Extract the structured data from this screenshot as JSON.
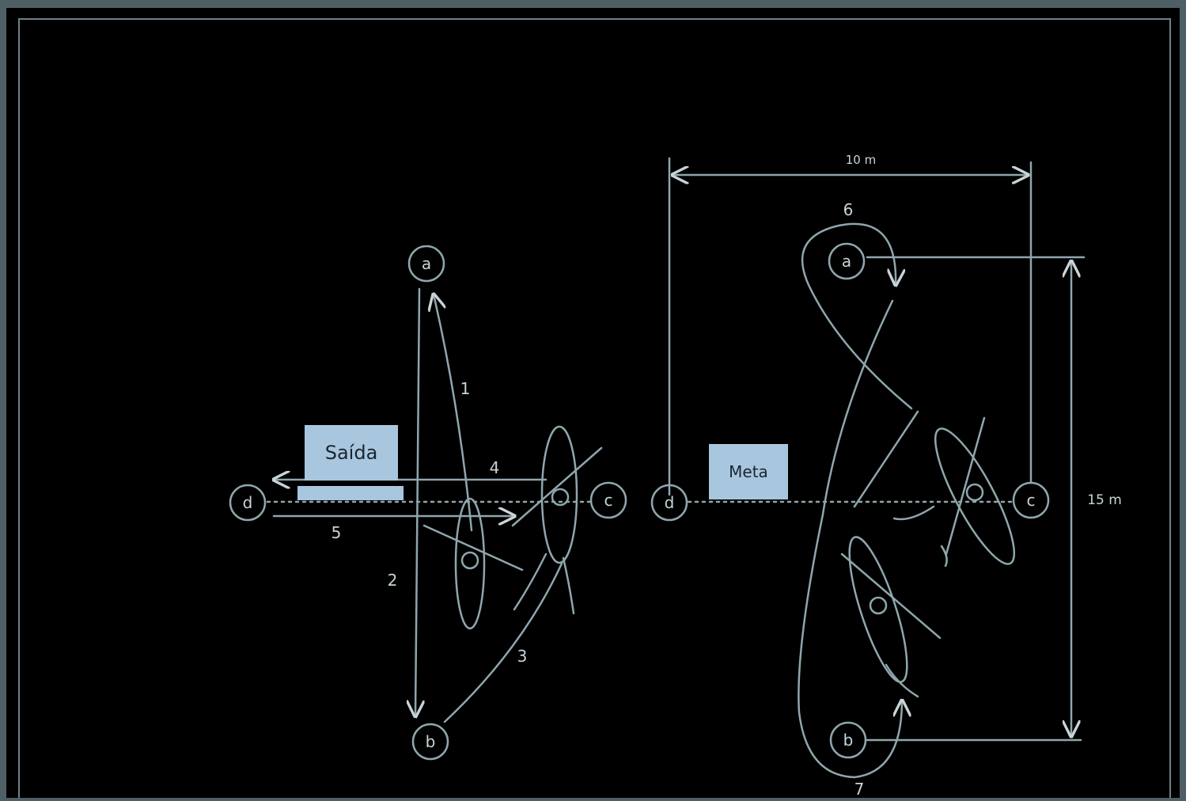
{
  "labels": {
    "saida": "Saída",
    "meta": "Meta"
  },
  "buoys": {
    "left": {
      "a": "a",
      "b": "b",
      "c": "c",
      "d": "d"
    },
    "right": {
      "a": "a",
      "b": "b",
      "c": "c",
      "d": "d"
    }
  },
  "paths": {
    "p1": "1",
    "p2": "2",
    "p3": "3",
    "p4": "4",
    "p5": "5",
    "p6": "6",
    "p7": "7"
  },
  "dimensions": {
    "width": "10 m",
    "height": "15 m"
  },
  "colors": {
    "background": "#000000",
    "frame": "#4f5f66",
    "line": "#8fa6ad",
    "label_box": "#a9c6df"
  }
}
